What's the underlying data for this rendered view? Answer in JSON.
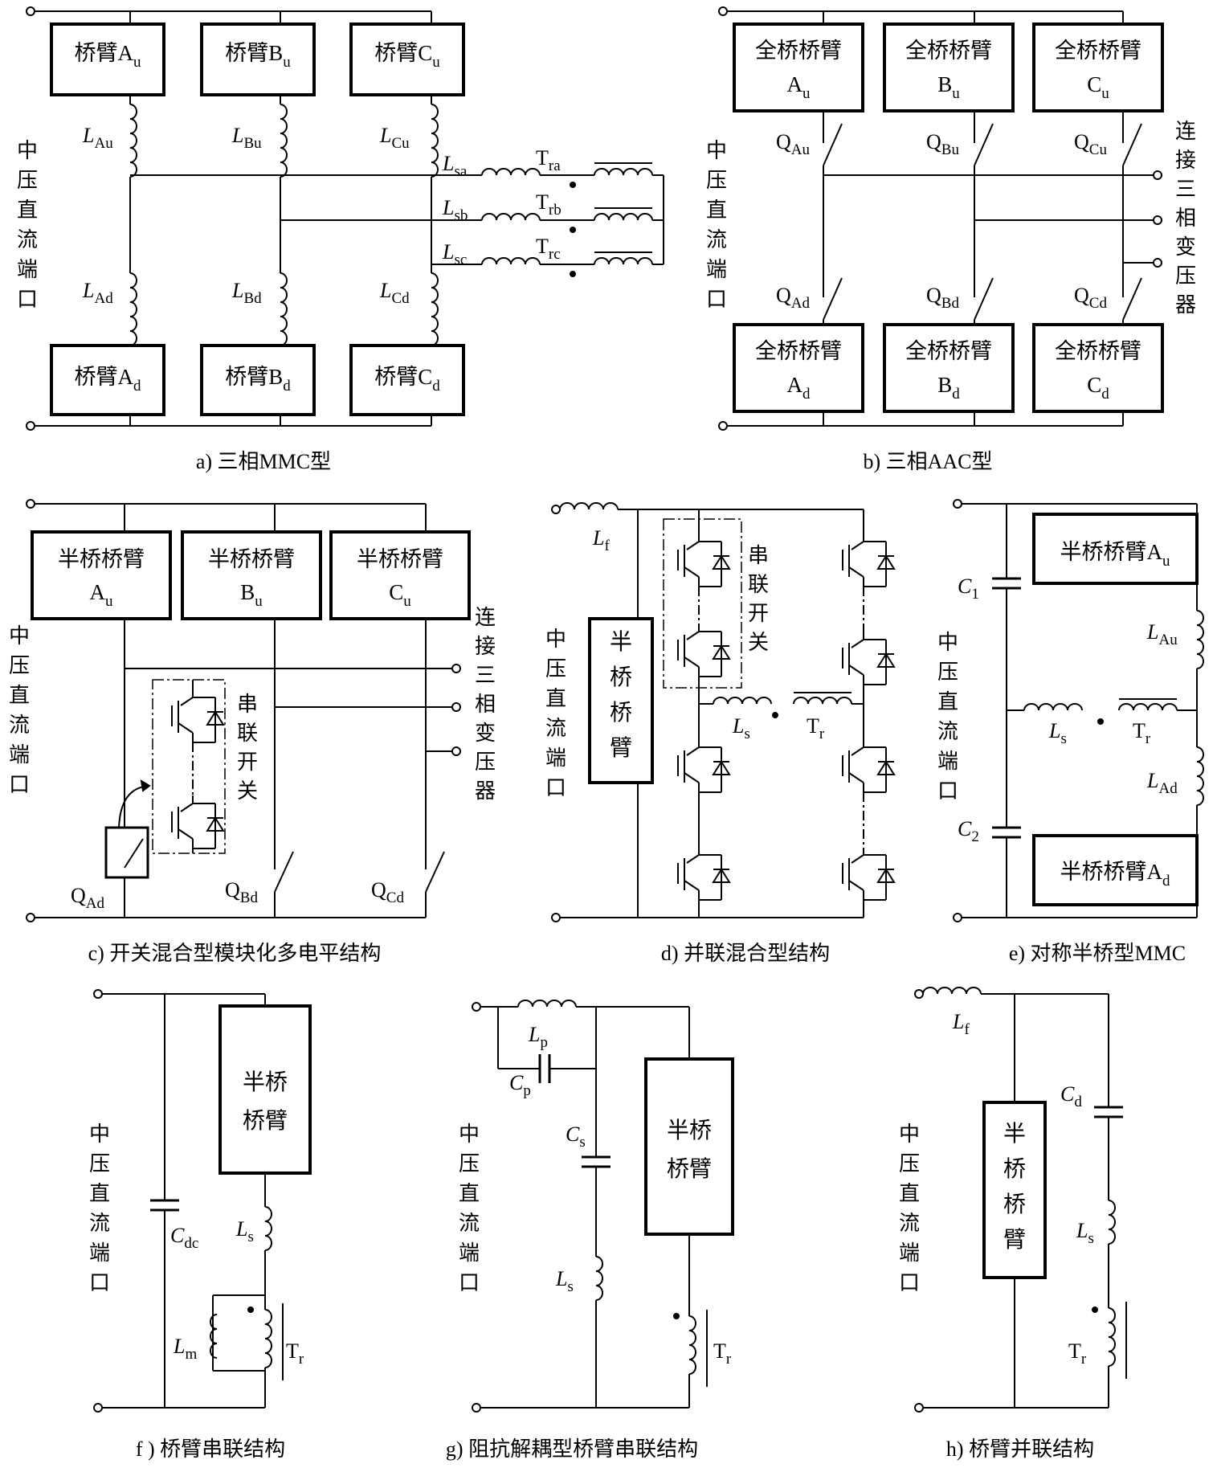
{
  "port_label": [
    "中",
    "压",
    "直",
    "流",
    "端",
    "口"
  ],
  "connect_label": [
    "连",
    "接",
    "三",
    "相",
    "变",
    "压",
    "器"
  ],
  "series_switch_label": [
    "串",
    "联",
    "开",
    "关"
  ],
  "half_bridge_v": [
    "半",
    "桥",
    "桥",
    "臂"
  ],
  "half_bridge_v2": [
    "半桥",
    "桥臂"
  ],
  "panels": {
    "a": {
      "caption": "a) 三相MMC型",
      "upper_arms": [
        {
          "main": "桥臂A",
          "sub": "u"
        },
        {
          "main": "桥臂B",
          "sub": "u"
        },
        {
          "main": "桥臂C",
          "sub": "u"
        }
      ],
      "lower_arms": [
        {
          "main": "桥臂A",
          "sub": "d"
        },
        {
          "main": "桥臂B",
          "sub": "d"
        },
        {
          "main": "桥臂C",
          "sub": "d"
        }
      ],
      "upper_inductors": [
        {
          "main": "L",
          "sub": "Au"
        },
        {
          "main": "L",
          "sub": "Bu"
        },
        {
          "main": "L",
          "sub": "Cu"
        }
      ],
      "lower_inductors": [
        {
          "main": "L",
          "sub": "Ad"
        },
        {
          "main": "L",
          "sub": "Bd"
        },
        {
          "main": "L",
          "sub": "Cd"
        }
      ],
      "series_inductors": [
        {
          "main": "L",
          "sub": "sa"
        },
        {
          "main": "L",
          "sub": "sb"
        },
        {
          "main": "L",
          "sub": "sc"
        }
      ],
      "transformers": [
        {
          "main": "T",
          "sub": "ra"
        },
        {
          "main": "T",
          "sub": "rb"
        },
        {
          "main": "T",
          "sub": "rc"
        }
      ]
    },
    "b": {
      "caption": "b) 三相AAC型",
      "box_title": "全桥桥臂",
      "upper_arms": [
        {
          "main": "A",
          "sub": "u"
        },
        {
          "main": "B",
          "sub": "u"
        },
        {
          "main": "C",
          "sub": "u"
        }
      ],
      "lower_arms": [
        {
          "main": "A",
          "sub": "d"
        },
        {
          "main": "B",
          "sub": "d"
        },
        {
          "main": "C",
          "sub": "d"
        }
      ],
      "upper_switches": [
        {
          "main": "Q",
          "sub": "Au"
        },
        {
          "main": "Q",
          "sub": "Bu"
        },
        {
          "main": "Q",
          "sub": "Cu"
        }
      ],
      "lower_switches": [
        {
          "main": "Q",
          "sub": "Ad"
        },
        {
          "main": "Q",
          "sub": "Bd"
        },
        {
          "main": "Q",
          "sub": "Cd"
        }
      ]
    },
    "c": {
      "caption": "c) 开关混合型模块化多电平结构",
      "box_title": "半桥桥臂",
      "upper_arms": [
        {
          "main": "A",
          "sub": "u"
        },
        {
          "main": "B",
          "sub": "u"
        },
        {
          "main": "C",
          "sub": "u"
        }
      ],
      "switches": [
        {
          "main": "Q",
          "sub": "Ad"
        },
        {
          "main": "Q",
          "sub": "Bd"
        },
        {
          "main": "Q",
          "sub": "Cd"
        }
      ]
    },
    "d": {
      "caption": "d) 并联混合型结构",
      "Lf": {
        "main": "L",
        "sub": "f"
      },
      "Ls": {
        "main": "L",
        "sub": "s"
      },
      "Tr": {
        "main": "T",
        "sub": "r"
      }
    },
    "e": {
      "caption": "e) 对称半桥型MMC",
      "upper_box": {
        "main": "半桥桥臂A",
        "sub": "u"
      },
      "lower_box": {
        "main": "半桥桥臂A",
        "sub": "d"
      },
      "C1": {
        "main": "C",
        "sub": "1"
      },
      "C2": {
        "main": "C",
        "sub": "2"
      },
      "LAu": {
        "main": "L",
        "sub": "Au"
      },
      "LAd": {
        "main": "L",
        "sub": "Ad"
      },
      "Ls": {
        "main": "L",
        "sub": "s"
      },
      "Tr": {
        "main": "T",
        "sub": "r"
      }
    },
    "f": {
      "caption": "f ) 桥臂串联结构",
      "Cdc": {
        "main": "C",
        "sub": "dc"
      },
      "Ls": {
        "main": "L",
        "sub": "s"
      },
      "Lm": {
        "main": "L",
        "sub": "m"
      },
      "Tr": {
        "main": "T",
        "sub": "r"
      }
    },
    "g": {
      "caption": "g) 阻抗解耦型桥臂串联结构",
      "Lp": {
        "main": "L",
        "sub": "p"
      },
      "Cp": {
        "main": "C",
        "sub": "p"
      },
      "Cs": {
        "main": "C",
        "sub": "s"
      },
      "Ls": {
        "main": "L",
        "sub": "s"
      },
      "Tr": {
        "main": "T",
        "sub": "r"
      }
    },
    "h": {
      "caption": "h) 桥臂并联结构",
      "Lf": {
        "main": "L",
        "sub": "f"
      },
      "Cd": {
        "main": "C",
        "sub": "d"
      },
      "Ls": {
        "main": "L",
        "sub": "s"
      },
      "Tr": {
        "main": "T",
        "sub": "r"
      }
    }
  }
}
